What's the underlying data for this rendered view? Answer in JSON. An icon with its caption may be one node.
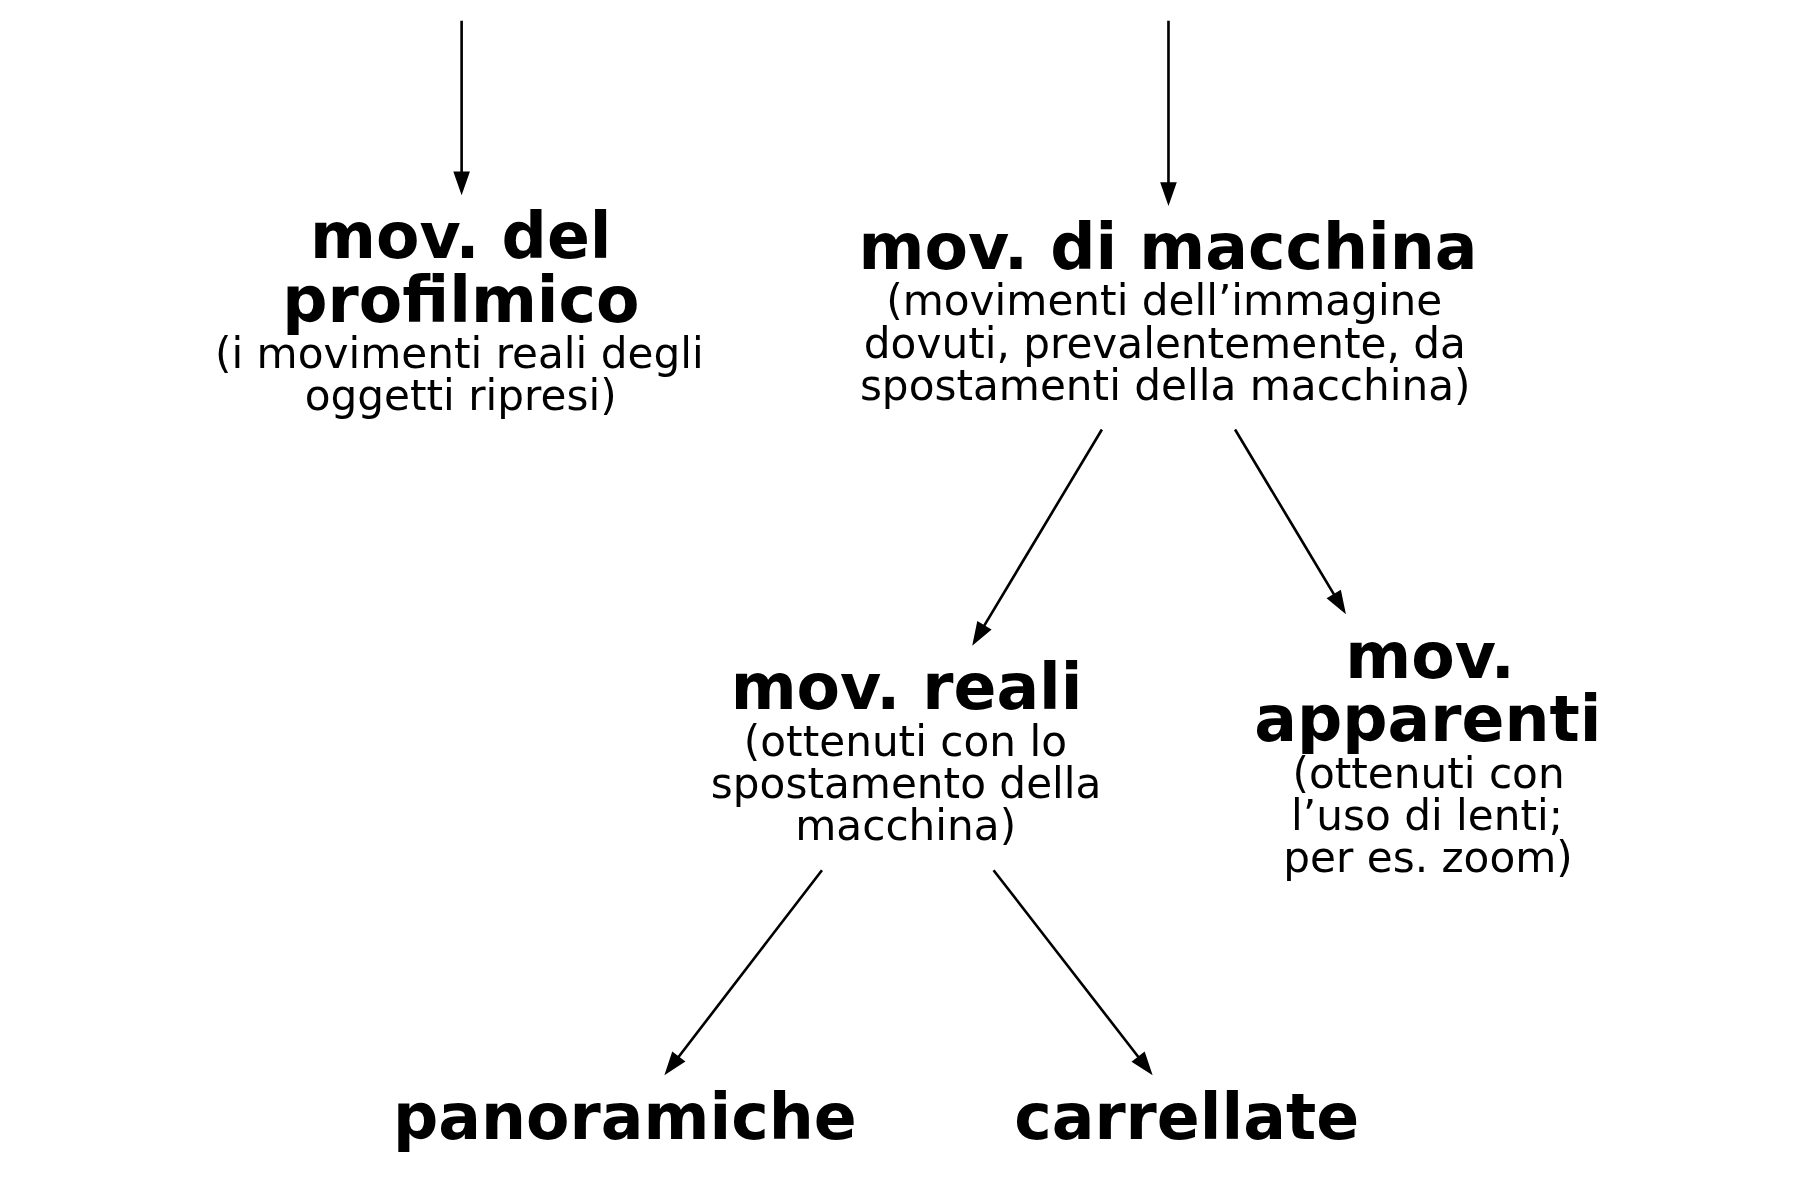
{
  "diagram": {
    "nodes": [
      {
        "text": [
          "mov. del profilmico",
          "(i movimenti reali degli oggetti ripresi)"
        ]
      },
      {
        "text": [
          "mov. di macchina",
          "(movimenti dell’immagine dovuti, prevalentemente, da spostamenti della macchina)"
        ]
      },
      {
        "text": [
          "mov. reali",
          "(ottenuti con lo spostamento della macchina)"
        ]
      },
      {
        "text": [
          "mov. apparenti",
          "(ottenuti con l’uso di lenti; per es. zoom)"
        ]
      },
      {
        "text": [
          "panoramiche"
        ]
      },
      {
        "text": [
          "carrellate"
        ]
      }
    ],
    "edges": [
      {
        "from": null,
        "to": 0,
        "arrow": "to"
      },
      {
        "from": null,
        "to": 1,
        "arrow": "to"
      },
      {
        "from": 1,
        "to": 2,
        "arrow": "to"
      },
      {
        "from": 1,
        "to": 3,
        "arrow": "to"
      },
      {
        "from": 2,
        "to": 4,
        "arrow": "to"
      },
      {
        "from": 2,
        "to": 5,
        "arrow": "to"
      }
    ]
  }
}
